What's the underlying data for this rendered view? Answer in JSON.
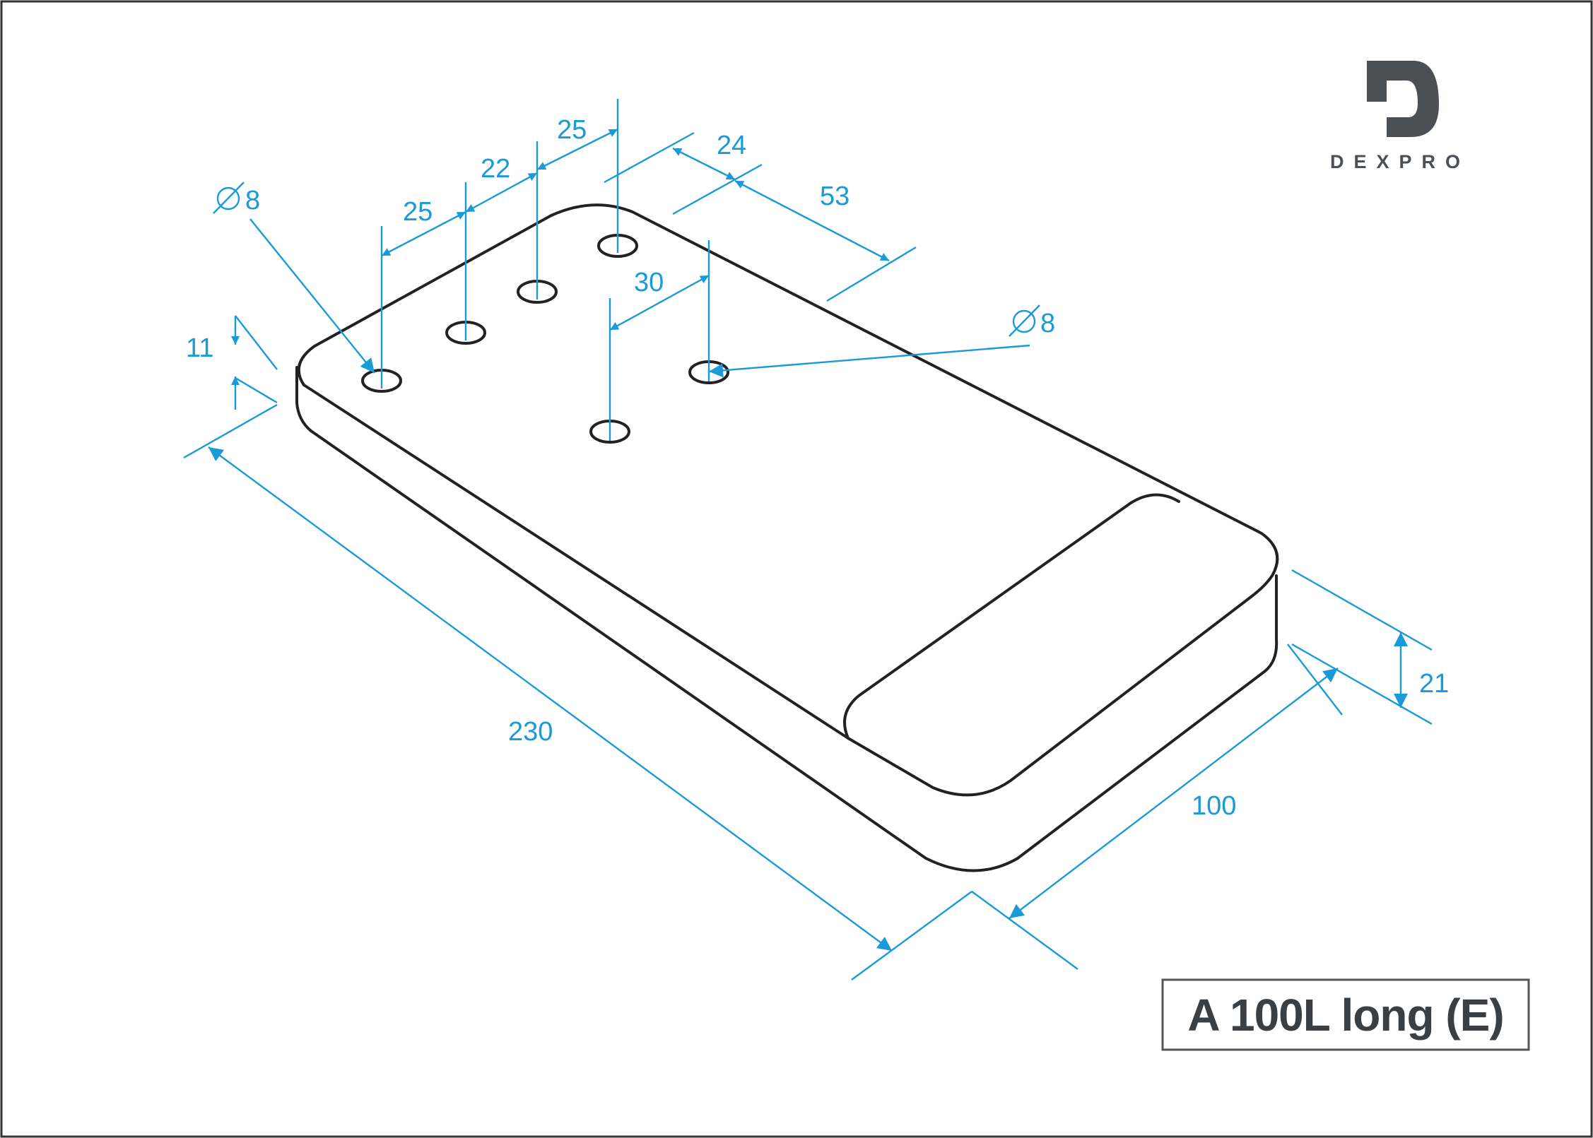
{
  "logo": {
    "letter": "D",
    "brand": "DEXPRO",
    "color": "#4a5055"
  },
  "title": "A 100L long (E)",
  "colors": {
    "dimension": "#1a9ad6",
    "outline": "#222222",
    "frame": "#333333"
  },
  "dimensions": {
    "hole_diameter_left": "8",
    "hole_diameter_right": "8",
    "spacing_a": "25",
    "spacing_b": "22",
    "spacing_c": "25",
    "offset_24": "24",
    "offset_53": "53",
    "offset_30": "30",
    "thickness_11": "11",
    "height_21": "21",
    "length": "230",
    "width": "100"
  }
}
